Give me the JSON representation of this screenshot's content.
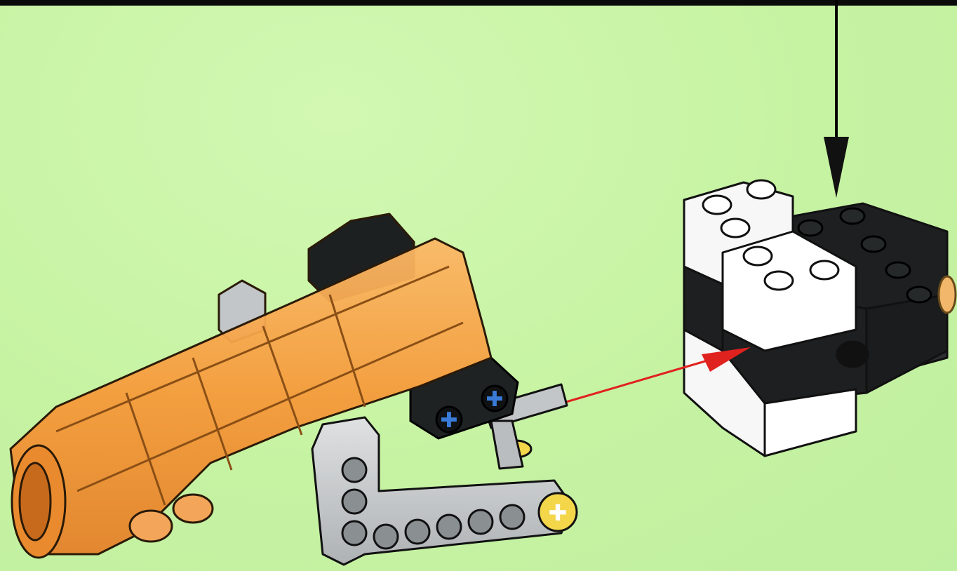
{
  "scene": {
    "background_color": "#c8f5a3",
    "top_border_color": "#0a0a0a",
    "parts": [
      {
        "name": "orange-translucent-motor-body",
        "color": "#f7a24a"
      },
      {
        "name": "light-gray-l-beam",
        "color": "#c9cccd"
      },
      {
        "name": "black-cross-connector",
        "color": "#1e2223"
      },
      {
        "name": "yellow-bush",
        "color": "#f3d64a"
      },
      {
        "name": "white-brick-assembly",
        "color": "#f7f7f7"
      },
      {
        "name": "black-brick-assembly",
        "color": "#1d1f20"
      }
    ],
    "arrows": [
      {
        "name": "down-arrow",
        "color": "#000000"
      },
      {
        "name": "insert-arrow",
        "color": "#e0221e"
      }
    ]
  }
}
